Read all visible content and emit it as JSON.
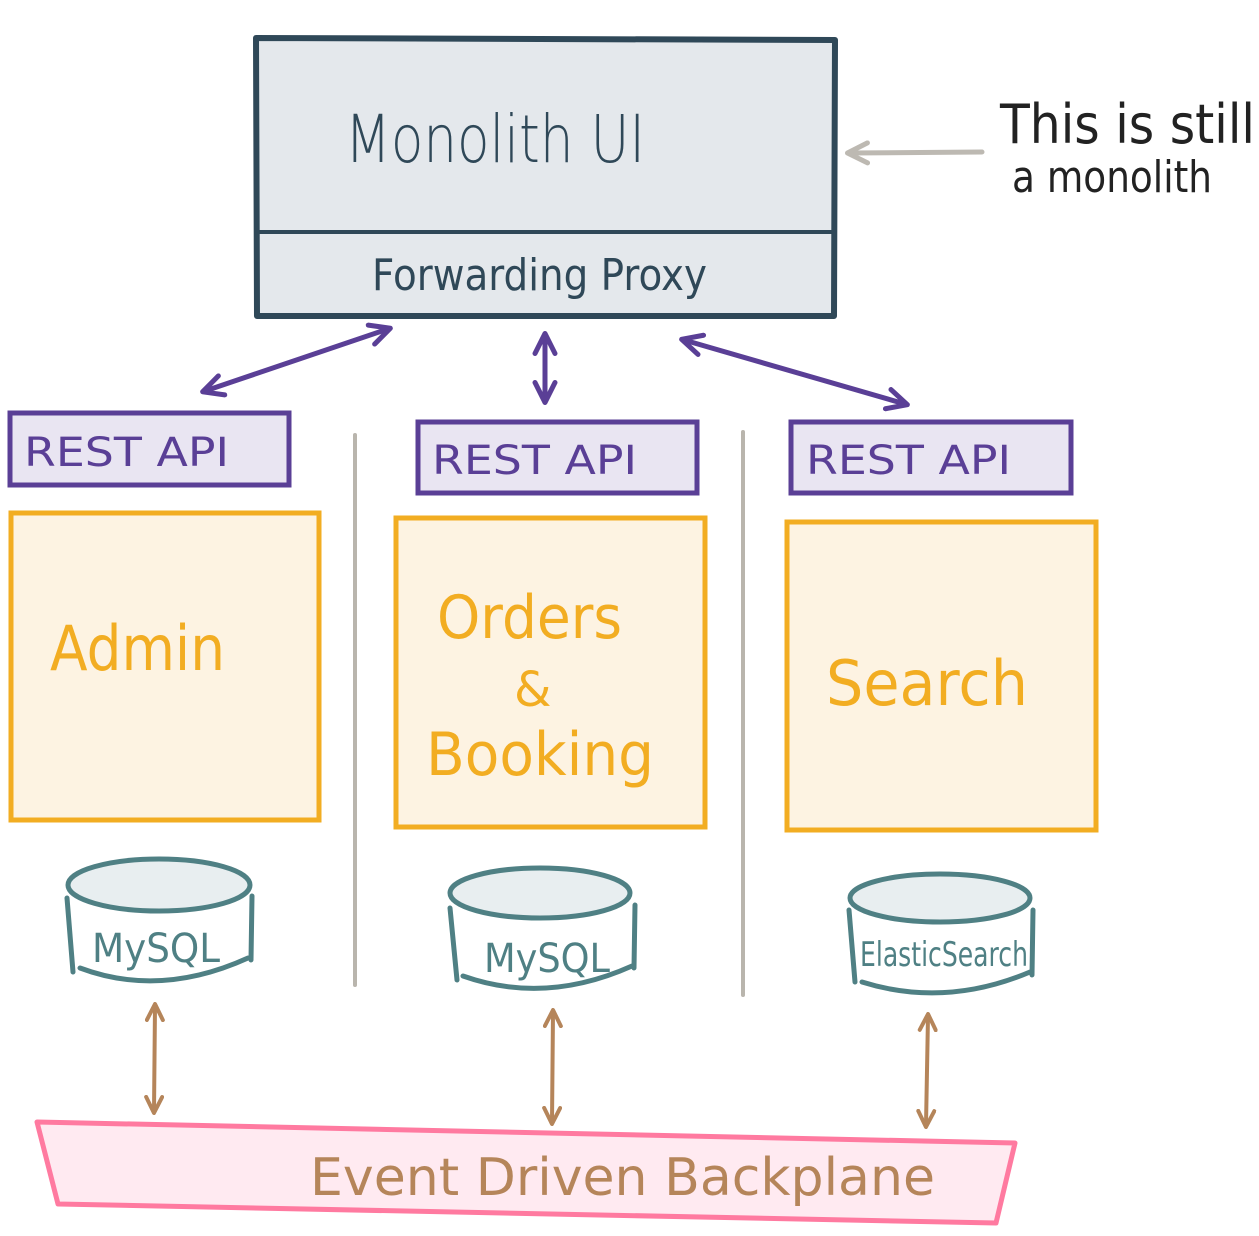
{
  "colors": {
    "monolith_stroke": "#2f4858",
    "monolith_fill": "#e4e8ec",
    "api_stroke": "#5a3f96",
    "api_fill": "#e9e5f2",
    "service_stroke": "#f2ad22",
    "service_fill": "#fdf3e2",
    "service_text": "#f2ad22",
    "db_stroke": "#4f8084",
    "db_fill": "#e8eef0",
    "divider": "#b9b5ad",
    "annotation_arrow": "#bdb9b2",
    "annotation_text": "#222222",
    "event_arrow": "#b5855a",
    "backplane_stroke": "#ff7aa0",
    "backplane_fill": "#ffeaf1",
    "backplane_text": "#b5855a"
  },
  "monolith": {
    "title": "Monolith UI",
    "proxy_label": "Forwarding Proxy"
  },
  "annotation": {
    "line1": "This is still",
    "line2": "a monolith"
  },
  "services": [
    {
      "api_label": "REST API",
      "name_lines": [
        "Admin"
      ],
      "db_label": "MySQL"
    },
    {
      "api_label": "REST API",
      "name_lines": [
        "Orders",
        "&",
        "Booking"
      ],
      "db_label": "MySQL"
    },
    {
      "api_label": "REST API",
      "name_lines": [
        "Search"
      ],
      "db_label": "ElasticSearch"
    }
  ],
  "backplane": {
    "label": "Event Driven Backplane"
  }
}
